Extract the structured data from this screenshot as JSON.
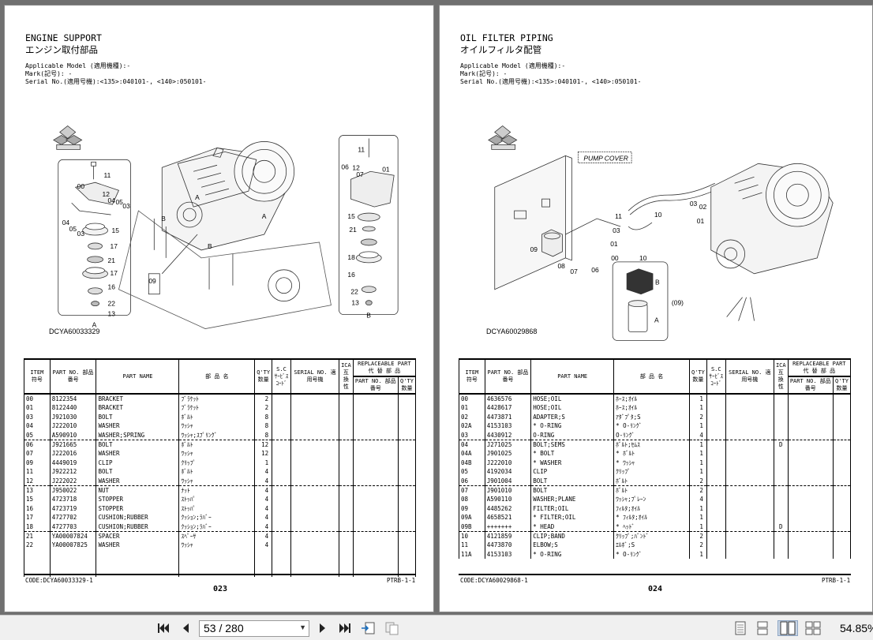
{
  "left": {
    "title_en": "ENGINE SUPPORT",
    "title_ja": "エンジン取付部品",
    "applicable": "Applicable Model (適用機種):-",
    "mark": "Mark(記号): -",
    "serial": "Serial No.(適用号機):<135>:040101-, <140>:050101-",
    "figure_code": "DCYA60033329",
    "code": "CODE:DCYA60033329-1",
    "ptrb": "PTRB-1-1",
    "page_no": "023",
    "callouts": [
      "11",
      "00",
      "12",
      "04",
      "05",
      "03",
      "04",
      "05",
      "03",
      "15",
      "17",
      "21",
      "17",
      "16",
      "22",
      "13",
      "A",
      "09",
      "B",
      "B",
      "A",
      "A",
      "11",
      "06",
      "12",
      "07",
      "01",
      "15",
      "21",
      "18",
      "16",
      "22",
      "13",
      "B"
    ],
    "rows": [
      {
        "item": "00",
        "no": "8122354",
        "name": "BRACKET",
        "ja": "ﾌﾞﾗｹｯﾄ",
        "qty": "2"
      },
      {
        "item": "01",
        "no": "8122440",
        "name": "BRACKET",
        "ja": "ﾌﾞﾗｹｯﾄ",
        "qty": "2"
      },
      {
        "item": "03",
        "no": "J921030",
        "name": "BOLT",
        "ja": "ﾎﾞﾙﾄ",
        "qty": "8"
      },
      {
        "item": "04",
        "no": "J222010",
        "name": "WASHER",
        "ja": "ﾜｯｼｬ",
        "qty": "8"
      },
      {
        "item": "05",
        "no": "A590910",
        "name": "WASHER;SPRING",
        "ja": "ﾜｯｼｬ;ｽﾌﾟﾘﾝｸﾞ",
        "qty": "8"
      },
      {
        "item": "06",
        "no": "J921665",
        "name": "BOLT",
        "ja": "ﾎﾞﾙﾄ",
        "qty": "12",
        "sep": true
      },
      {
        "item": "07",
        "no": "J222016",
        "name": "WASHER",
        "ja": "ﾜｯｼｬ",
        "qty": "12"
      },
      {
        "item": "09",
        "no": "4449019",
        "name": "CLIP",
        "ja": "ｸﾘｯﾌﾟ",
        "qty": "1"
      },
      {
        "item": "11",
        "no": "J922212",
        "name": "BOLT",
        "ja": "ﾎﾞﾙﾄ",
        "qty": "4"
      },
      {
        "item": "12",
        "no": "J222022",
        "name": "WASHER",
        "ja": "ﾜｯｼｬ",
        "qty": "4"
      },
      {
        "item": "13",
        "no": "J950022",
        "name": "NUT",
        "ja": "ﾅｯﾄ",
        "qty": "4",
        "sep": true
      },
      {
        "item": "15",
        "no": "4723718",
        "name": "STOPPER",
        "ja": "ｽﾄｯﾊﾟ",
        "qty": "4"
      },
      {
        "item": "16",
        "no": "4723719",
        "name": "STOPPER",
        "ja": "ｽﾄｯﾊﾟ",
        "qty": "4"
      },
      {
        "item": "17",
        "no": "4727702",
        "name": "CUSHION;RUBBER",
        "ja": "ｸｯｼｮﾝ;ﾗﾊﾞｰ",
        "qty": "4"
      },
      {
        "item": "18",
        "no": "4727703",
        "name": "CUSHION;RUBBER",
        "ja": "ｸｯｼｮﾝ;ﾗﾊﾞｰ",
        "qty": "4"
      },
      {
        "item": "21",
        "no": "YA00007824",
        "name": "SPACER",
        "ja": "ｽﾍﾟｰｻ",
        "qty": "4",
        "sep": true
      },
      {
        "item": "22",
        "no": "YA00007825",
        "name": "WASHER",
        "ja": "ﾜｯｼｬ",
        "qty": "4"
      }
    ]
  },
  "right": {
    "title_en": "OIL FILTER PIPING",
    "title_ja": "オイルフィルタ配管",
    "applicable": "Applicable Model (適用機種):-",
    "mark": "Mark(記号): -",
    "serial": "Serial No.(適用号機):<135>:040101-, <140>:050101-",
    "figure_code": "DCYA60029868",
    "pump_cover": "PUMP COVER",
    "code": "CODE:DCYA60029868-1",
    "ptrb": "PTRB-1-1",
    "page_no": "024",
    "callouts": [
      "11",
      "10",
      "03",
      "02",
      "01",
      "03",
      "01",
      "00",
      "10",
      "09",
      "08",
      "07",
      "06",
      "B",
      "(09)",
      "A"
    ],
    "rows": [
      {
        "item": "00",
        "no": "4636576",
        "name": "HOSE;OIL",
        "ja": "ﾎｰｽ;ｵｲﾙ",
        "qty": "1"
      },
      {
        "item": "01",
        "no": "4428617",
        "name": "HOSE;OIL",
        "ja": "ﾎｰｽ;ｵｲﾙ",
        "qty": "1"
      },
      {
        "item": "02",
        "no": "4473871",
        "name": "ADAPTER;S",
        "ja": "ｱﾀﾞﾌﾟﾀ;S",
        "qty": "2"
      },
      {
        "item": "02A",
        "no": "4153103",
        "name": "* O-RING",
        "ja": "* O-ﾘﾝｸﾞ",
        "qty": "1"
      },
      {
        "item": "03",
        "no": "4430912",
        "name": "O-RING",
        "ja": "O-ﾘﾝｸﾞ",
        "qty": "4"
      },
      {
        "item": "04",
        "no": "J271025",
        "name": "BOLT;SEMS",
        "ja": "ﾎﾞﾙﾄ;ｾﾑｽ",
        "qty": "1",
        "ica": "D",
        "sep": true
      },
      {
        "item": "04A",
        "no": "J901025",
        "name": "* BOLT",
        "ja": "* ﾎﾞﾙﾄ",
        "qty": "1"
      },
      {
        "item": "04B",
        "no": "J222010",
        "name": "* WASHER",
        "ja": "* ﾜｯｼｬ",
        "qty": "1"
      },
      {
        "item": "05",
        "no": "4192034",
        "name": "CLIP",
        "ja": "ｸﾘｯﾌﾟ",
        "qty": "1"
      },
      {
        "item": "06",
        "no": "J901004",
        "name": "BOLT",
        "ja": "ﾎﾞﾙﾄ",
        "qty": "2"
      },
      {
        "item": "07",
        "no": "J901010",
        "name": "BOLT",
        "ja": "ﾎﾞﾙﾄ",
        "qty": "2",
        "sep": true
      },
      {
        "item": "08",
        "no": "A590110",
        "name": "WASHER;PLANE",
        "ja": "ﾜｯｼｬ;ﾌﾟﾚｰﾝ",
        "qty": "4"
      },
      {
        "item": "09",
        "no": "4485262",
        "name": "FILTER;OIL",
        "ja": "ﾌｨﾙﾀ;ｵｲﾙ",
        "qty": "1"
      },
      {
        "item": "09A",
        "no": "4658521",
        "name": "* FILTER;OIL",
        "ja": "* ﾌｨﾙﾀ;ｵｲﾙ",
        "qty": "1"
      },
      {
        "item": "09B",
        "no": "+++++++",
        "name": "* HEAD",
        "ja": "* ﾍｯﾄﾞ",
        "qty": "1",
        "ica": "D"
      },
      {
        "item": "10",
        "no": "4121859",
        "name": "CLIP;BAND",
        "ja": "ｸﾘｯﾌﾟ;ﾊﾞﾝﾄﾞ",
        "qty": "2",
        "sep": true
      },
      {
        "item": "11",
        "no": "4473870",
        "name": "ELBOW;S",
        "ja": "ｴﾙﾎﾞ;S",
        "qty": "2"
      },
      {
        "item": "11A",
        "no": "4153103",
        "name": "* O-RING",
        "ja": "* O-ﾘﾝｸﾞ",
        "qty": "1"
      }
    ]
  },
  "headers": {
    "item": "ITEM 符号",
    "part_no": "PART NO. 部品番号",
    "part_name": "PART NAME",
    "ja_name": "部 品 名",
    "qty": "Q'TY 数量",
    "sc": "S.C ｻｰﾋﾞｽ ｺｰﾄﾞ",
    "serial": "SERIAL NO. 適用号機",
    "ica": "ICA 互換性",
    "replaceable": "REPLACEABLE PART 代 替 部 品",
    "rep_part_no": "PART NO. 部品番号",
    "rep_qty": "Q'TY 数量"
  },
  "toolbar": {
    "page_display": "53 / 280",
    "zoom": "54.85%"
  }
}
